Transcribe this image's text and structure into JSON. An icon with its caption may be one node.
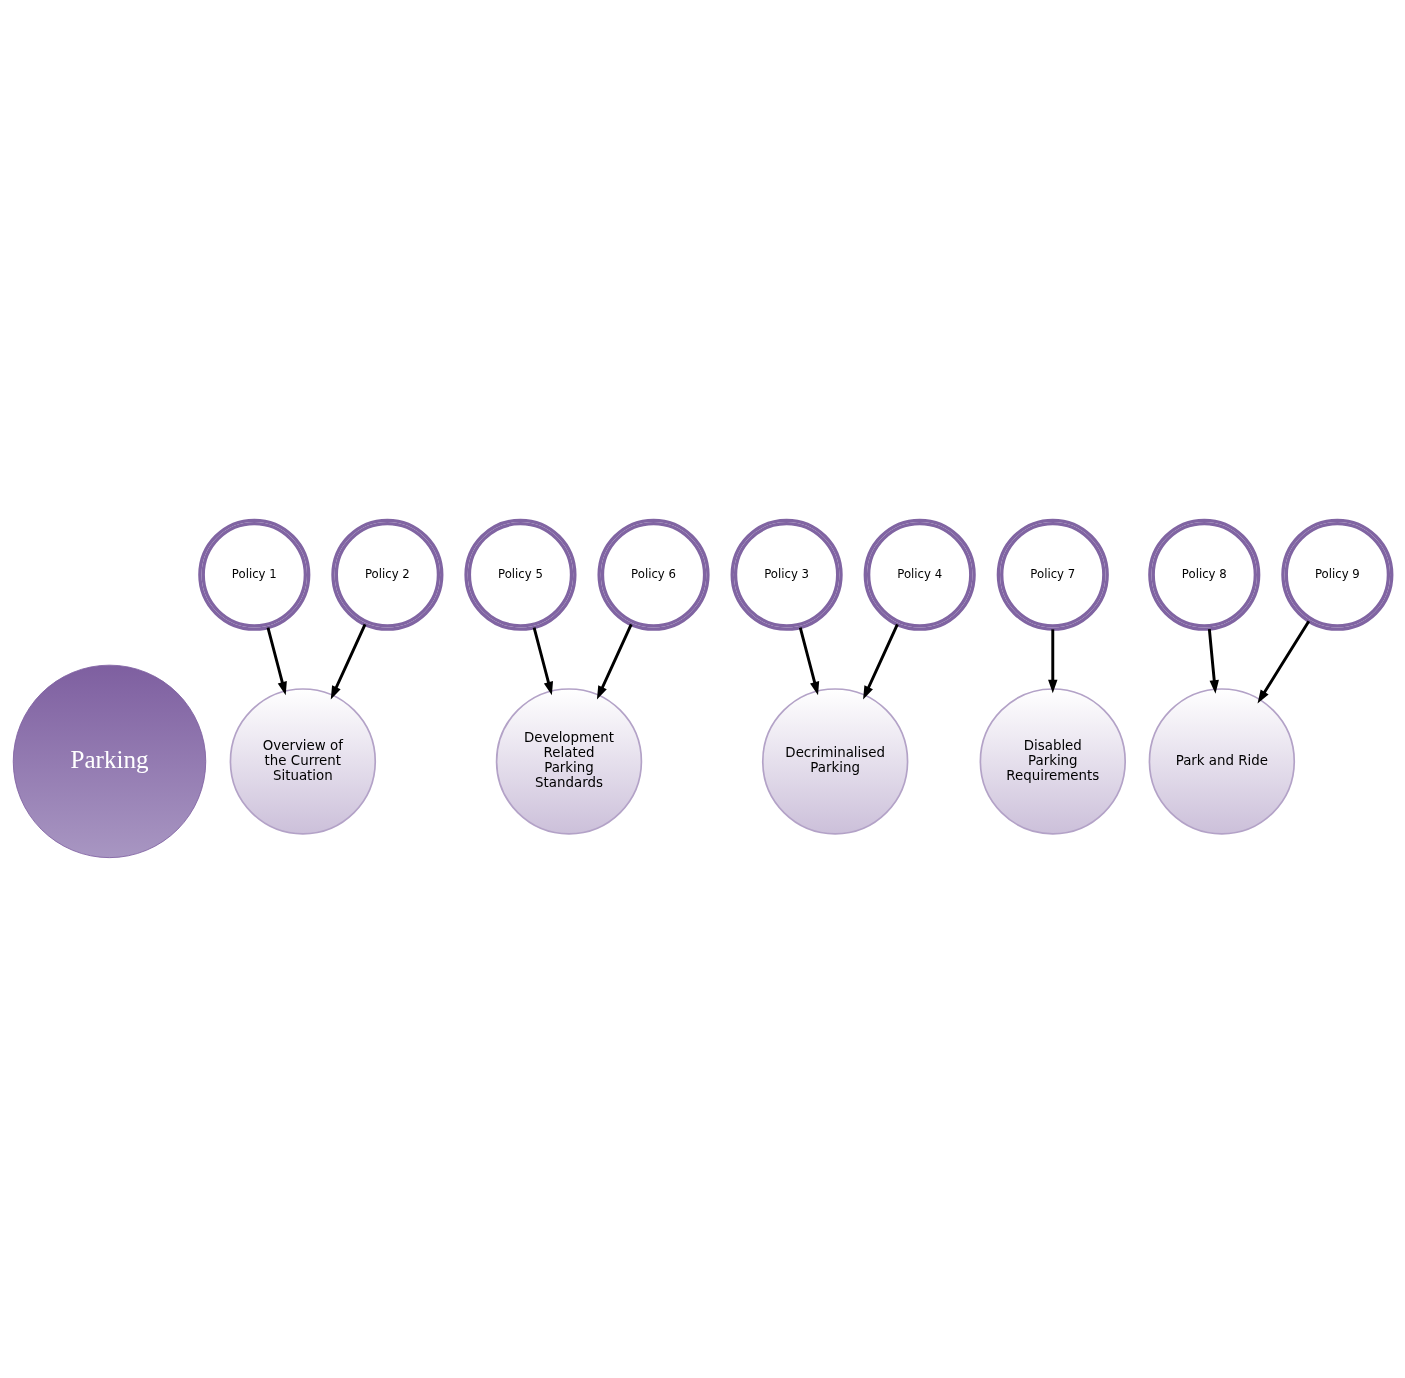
{
  "diagram": {
    "nodes": [
      {
        "text": [
          "Parking"
        ]
      },
      {
        "text": [
          "Overview of the Current Situation"
        ]
      },
      {
        "text": [
          "Development Related Parking Standards"
        ]
      },
      {
        "text": [
          "Decriminalised Parking"
        ]
      },
      {
        "text": [
          "Disabled Parking Requirements"
        ]
      },
      {
        "text": [
          "Park and Ride"
        ]
      },
      {
        "text": [
          "Policy 1"
        ]
      },
      {
        "text": [
          "Policy 2"
        ]
      },
      {
        "text": [
          "Policy 3"
        ]
      },
      {
        "text": [
          "Policy 4"
        ]
      },
      {
        "text": [
          "Policy 5"
        ]
      },
      {
        "text": [
          "Policy 6"
        ]
      },
      {
        "text": [
          "Policy 7"
        ]
      },
      {
        "text": [
          "Policy 8"
        ]
      },
      {
        "text": [
          "Policy 9"
        ]
      }
    ],
    "edges": [
      {
        "from": 10,
        "to": 2,
        "arrow": "to"
      },
      {
        "from": 11,
        "to": 2,
        "arrow": "to"
      },
      {
        "from": 6,
        "to": 1,
        "arrow": "to"
      },
      {
        "from": 8,
        "to": 3,
        "arrow": "to"
      },
      {
        "from": 7,
        "to": 1,
        "arrow": "to"
      },
      {
        "from": 9,
        "to": 3,
        "arrow": "to"
      },
      {
        "from": 12,
        "to": 4,
        "arrow": "to"
      },
      {
        "from": 13,
        "to": 5,
        "arrow": "to"
      },
      {
        "from": 14,
        "to": 5,
        "arrow": "to"
      }
    ]
  }
}
